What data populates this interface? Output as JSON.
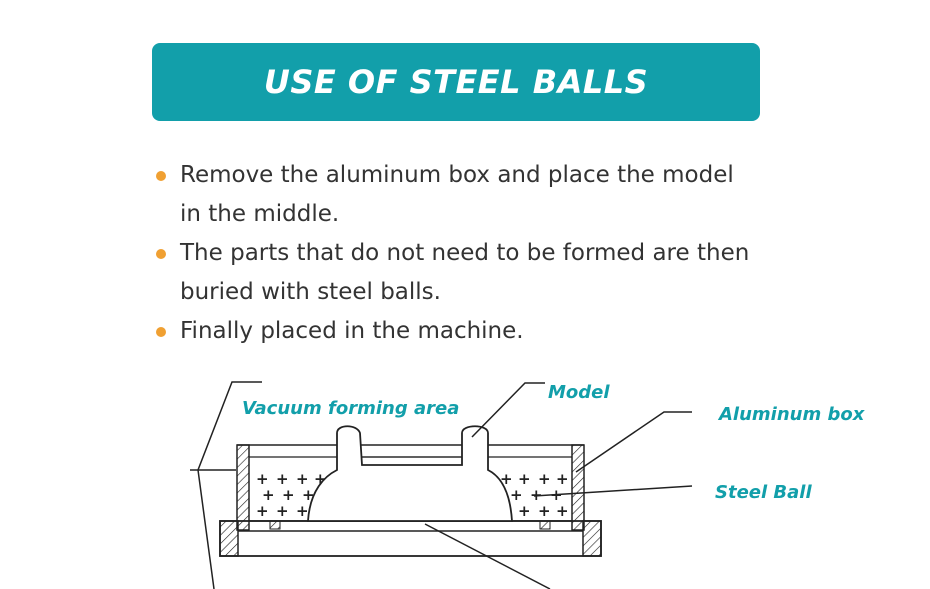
{
  "banner": {
    "title": "USE OF STEEL BALLS"
  },
  "bullets": [
    "Remove the aluminum box and place the model in the middle.",
    "The parts that do not need to be formed are then buried with steel balls.",
    "Finally placed in the machine."
  ],
  "diagram": {
    "labels": {
      "model": "Model",
      "vacuum": "Vacuum forming area",
      "aluminum": "Aluminum box",
      "steel": "Steel Ball"
    }
  },
  "colors": {
    "accent": "#129faa",
    "bullet": "#f0a032",
    "text": "#333333"
  }
}
